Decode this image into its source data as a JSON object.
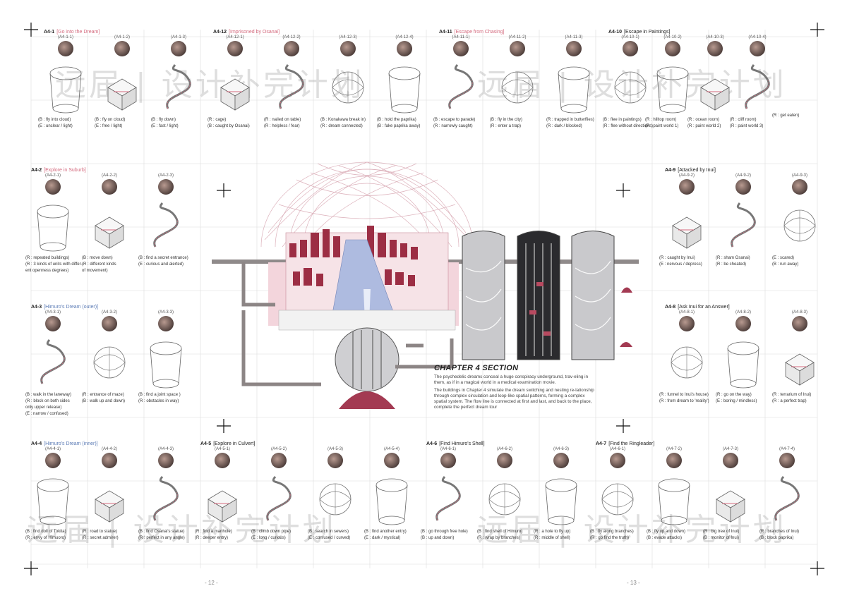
{
  "watermark": "远届 | 设计补完计划",
  "page_left": "- 12 -",
  "page_right": "- 13 -",
  "section": {
    "title": "CHAPTER  4  SECTION",
    "para1": "The psychedelic dreams conceal a huge conspiracy underground, trav-eling in them, as if in a magical world in a medical examination movie.",
    "para2": "The buildings in Chapter 4 simulate the dream switching and nesting re-lationship through complex circulation and loop-like spatial patterns, forming a complex spatial system. The flow line is connected at first and last, and back to the place, complete the perfect dream tour"
  },
  "groups": [
    {
      "code": "A4-1",
      "name": "[Go into the Dream]",
      "tone": "pink",
      "cells": [
        {
          "sub": "(A4-1-1)",
          "cap": [
            "(B : fly into cloud)",
            "(E : unclear / light)"
          ]
        },
        {
          "sub": "(A4-1-2)",
          "cap": [
            "(B : fly on cloud)",
            "(E : free / light)"
          ]
        },
        {
          "sub": "(A4-1-3)",
          "cap": [
            "(B : fly down)",
            "(E : fast / light)"
          ]
        }
      ]
    },
    {
      "code": "A4-12",
      "name": "[Imprisoned by Osanai]",
      "tone": "pink",
      "cells": [
        {
          "sub": "(A4-12-1)",
          "cap": [
            "(R : cage)",
            "(B : caught by Osanai)"
          ]
        },
        {
          "sub": "(A4-12-2)",
          "cap": [
            "(R : nailed on table)",
            "(R : helpless / fear)"
          ]
        },
        {
          "sub": "(A4-12-3)",
          "cap": [
            "(B : Konakawa break in)",
            "(R : dream connected)"
          ]
        },
        {
          "sub": "(A4-12-4)",
          "cap": [
            "(B : hold the paprika)",
            "(B : fake paprika away)"
          ]
        }
      ]
    },
    {
      "code": "A4-11",
      "name": "[Escape from Chasing]",
      "tone": "pink",
      "cells": [
        {
          "sub": "(A4-11-1)",
          "cap": [
            "(B : escape to parade)",
            "(R : narrowly caught)"
          ]
        },
        {
          "sub": "(A4-11-2)",
          "cap": [
            "(B : fly in the city)",
            "(R : enter a trap)"
          ]
        },
        {
          "sub": "(A4-11-3)",
          "cap": [
            "(R : trapped in butterflies)",
            "(R : dark / blocked)"
          ]
        }
      ]
    },
    {
      "code": "A4-10",
      "name": "[Escape in Paintings]",
      "tone": "dark",
      "cells": [
        {
          "sub": "(A4-10-1)",
          "cap": [
            "(B : flee in paintings)",
            "(R : flee without directions)"
          ]
        },
        {
          "sub": "(A4-10-2)",
          "cap": [
            "(R : hilltop room)",
            "(R : paint world 1)"
          ]
        },
        {
          "sub": "(A4-10-3)",
          "cap": [
            "(R : ocean room)",
            "(R : paint world 2)"
          ]
        },
        {
          "sub": "(A4-10-4)",
          "cap": [
            "(R : cliff room)",
            "(R : paint world 3)"
          ]
        },
        {
          "sub": "",
          "cap": [
            "(R : get eaten)",
            ""
          ]
        }
      ]
    },
    {
      "code": "A4-2",
      "name": "[Explore in Suburb]",
      "tone": "pink",
      "cells": [
        {
          "sub": "(A4-2-1)",
          "cap": [
            "(R : repeated buildings)",
            "(R : 3 kinds of units with differ-",
            "ent openness degrees)"
          ]
        },
        {
          "sub": "(A4-2-2)",
          "cap": [
            "(B : move down)",
            "(R : different kinds",
            "of movement)"
          ]
        },
        {
          "sub": "(A4-2-3)",
          "cap": [
            "(B : find a secret entrance)",
            "(E : curious and alerted)"
          ]
        }
      ]
    },
    {
      "code": "A4-9",
      "name": "[Attacked by Inui]",
      "tone": "dark",
      "cells": [
        {
          "sub": "(A4-9-2)",
          "cap": [
            "(R : caught by Inui)",
            "(E : nervous / depress)"
          ]
        },
        {
          "sub": "(A4-9-2)",
          "cap": [
            "(R : sham Osanai)",
            "(R : be cheated)"
          ]
        },
        {
          "sub": "(A4-9-3)",
          "cap": [
            "(E : scared)",
            "(B : run away)"
          ]
        }
      ]
    },
    {
      "code": "A4-3",
      "name": "[Himuro's Dream (outer)]",
      "tone": "blue",
      "cells": [
        {
          "sub": "(A4-3-1)",
          "cap": [
            "(B : walk in the laneway)",
            "(R : block on both sides",
            "only upper release)",
            "(E : narrow / confused)"
          ]
        },
        {
          "sub": "(A4-3-2)",
          "cap": [
            "(R : entrance of maze)",
            "(B : walk up and down)"
          ]
        },
        {
          "sub": "(A4-3-3)",
          "cap": [
            "(B : find a joint space )",
            "(R : obstacles in way)"
          ]
        }
      ]
    },
    {
      "code": "A4-8",
      "name": "[Ask Inui for an Answer]",
      "tone": "dark",
      "cells": [
        {
          "sub": "(A4-8-1)",
          "cap": [
            "(R : funnel to Inui's house)",
            "(R : from dream to 'reality')"
          ]
        },
        {
          "sub": "(A4-8-2)",
          "cap": [
            "(R : go on the way)",
            "(E : boring / mindless)"
          ]
        },
        {
          "sub": "(A4-8-3)",
          "cap": [
            "(R : terrarium of Inui)",
            "(R : a perfect trap)"
          ]
        }
      ]
    },
    {
      "code": "A4-4",
      "name": "[Himuro's Dream (inner)]",
      "tone": "blue",
      "cells": [
        {
          "sub": "(A4-4-1)",
          "cap": [
            "(B : find doll of Tokita)",
            "(R : envy of Himuoro)"
          ]
        },
        {
          "sub": "(A4-4-2)",
          "cap": [
            "(R : road to statue)",
            "(R : secret admirer)"
          ]
        },
        {
          "sub": "(A4-4-3)",
          "cap": [
            "(B : find Osanai's statue)",
            "(R : perfect in any angle)"
          ]
        }
      ]
    },
    {
      "code": "A4-5",
      "name": "[Explore in Culvert]",
      "tone": "dark",
      "cells": [
        {
          "sub": "(A4-5-1)",
          "cap": [
            "(R : find a manhole)",
            "(R : deeper entry)"
          ]
        },
        {
          "sub": "(A4-5-2)",
          "cap": [
            "(B : climb down pipe)",
            "(E : long / curious)"
          ]
        },
        {
          "sub": "(A4-5-3)",
          "cap": [
            "(B : search in sewers)",
            "(E : confused / curved)"
          ]
        },
        {
          "sub": "(A4-5-4)",
          "cap": [
            "(B : find another entry)",
            "(E : dark / mystical)"
          ]
        }
      ]
    },
    {
      "code": "A4-6",
      "name": "[Find Himuro's Shell]",
      "tone": "dark",
      "cells": [
        {
          "sub": "(A4-6-1)",
          "cap": [
            "(B : go through free hole)",
            "(B : up and down)"
          ]
        },
        {
          "sub": "(A4-6-2)",
          "cap": [
            "(B : find shell of Himuro)",
            "(R : wrap by branches)"
          ]
        },
        {
          "sub": "(A4-6-3)",
          "cap": [
            "(R : a hole to fly up)",
            "(R : middle of shell)"
          ]
        }
      ]
    },
    {
      "code": "A4-7",
      "name": "[Find the Ringleader]",
      "tone": "dark",
      "cells": [
        {
          "sub": "(A4-6-1)",
          "cap": [
            "(B : fly along branches)",
            "(R : go find the truth)"
          ]
        },
        {
          "sub": "(A4-7-2)",
          "cap": [
            "(B : fly up and down)",
            "(B : evade attacks)"
          ]
        },
        {
          "sub": "(A4-7-3)",
          "cap": [
            "(R : big tree of Inui)",
            "(B : monitor of Inui)"
          ]
        },
        {
          "sub": "(A4-7-4)",
          "cap": [
            "(R : branches of Inui)",
            "(B : block paprika)"
          ]
        }
      ]
    }
  ],
  "colors": {
    "accent": "#d46a7e",
    "blue": "#5b7bb5",
    "grid": "#dcdcdc"
  }
}
